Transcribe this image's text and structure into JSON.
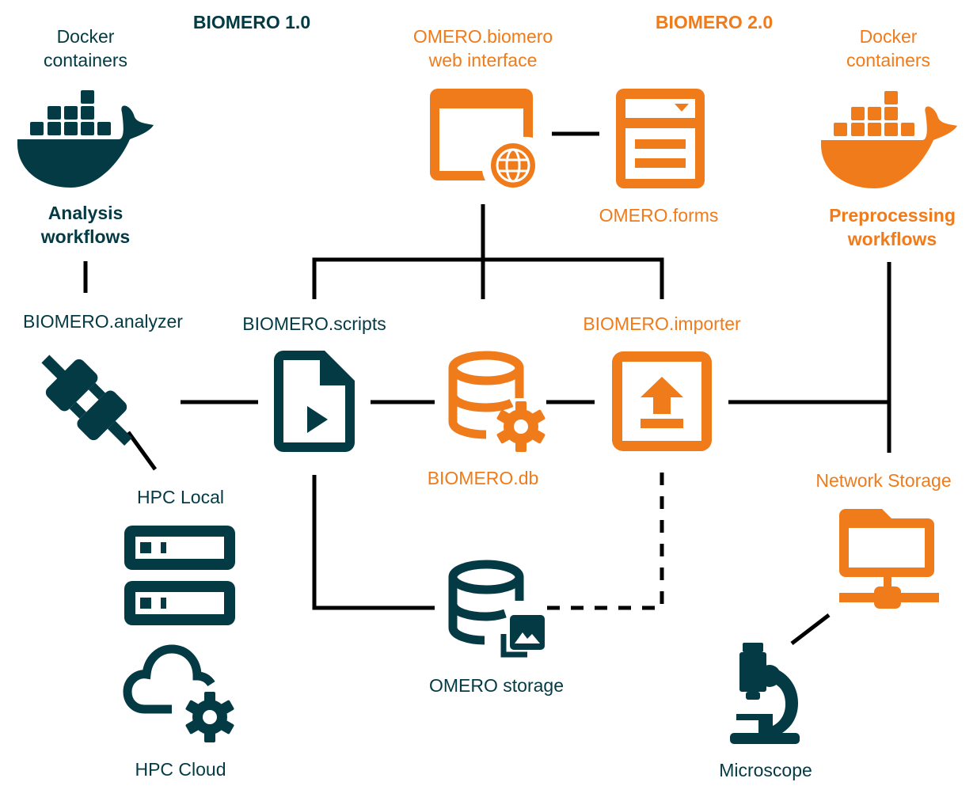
{
  "colors": {
    "teal": "#033a43",
    "orange": "#f07b1a",
    "connector": "#000000"
  },
  "headings": {
    "v1": "BIOMERO 1.0",
    "v2": "BIOMERO 2.0"
  },
  "nodes": {
    "docker_left": {
      "caption_line1": "Docker",
      "caption_line2": "containers",
      "title_line1": "Analysis",
      "title_line2": "workflows",
      "icon": "docker-whale-icon"
    },
    "docker_right": {
      "caption_line1": "Docker",
      "caption_line2": "containers",
      "title_line1": "Preprocessing",
      "title_line2": "workflows",
      "icon": "docker-whale-icon"
    },
    "web_interface": {
      "line1": "OMERO.biomero",
      "line2": "web interface",
      "icon": "browser-globe-icon"
    },
    "forms": {
      "label": "OMERO.forms",
      "icon": "form-icon"
    },
    "analyzer": {
      "label": "BIOMERO.analyzer",
      "icon": "plug-icon"
    },
    "scripts": {
      "label": "BIOMERO.scripts",
      "icon": "script-file-icon"
    },
    "db": {
      "label": "BIOMERO.db",
      "icon": "database-gear-icon"
    },
    "importer": {
      "label": "BIOMERO.importer",
      "icon": "upload-icon"
    },
    "network_storage": {
      "label": "Network Storage",
      "icon": "network-folder-icon"
    },
    "hpc_local": {
      "label": "HPC Local",
      "icon": "server-icon"
    },
    "hpc_cloud": {
      "label": "HPC Cloud",
      "icon": "cloud-gear-icon"
    },
    "omero_storage": {
      "label": "OMERO storage",
      "icon": "database-image-icon"
    },
    "microscope": {
      "label": "Microscope",
      "icon": "microscope-icon"
    }
  }
}
